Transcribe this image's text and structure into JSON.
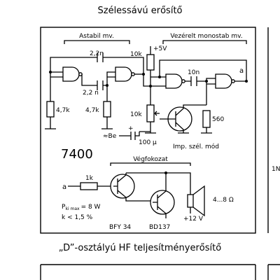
{
  "page": {
    "title": "Szélessávú erősítő",
    "caption": "„D”-osztályú HF teljesítményerősítő"
  },
  "diagram": {
    "labels": {
      "astabil": "Astabil mv.",
      "vezerelt": "Vezérelt monostab mv.",
      "c22n_top": "2,2n",
      "c22n_mid": "2,2 n",
      "c10n": "10n",
      "r10k_top": "10k",
      "plus5v": "+5V",
      "r47k_left": "4,7k",
      "r47k_mid": "4,7k",
      "r10k_pot": "10k",
      "r560": "560",
      "be": "≈Be",
      "c100u": "100 μ",
      "imp_szel": "Imp. szél. mód",
      "ic": "7400",
      "vegfokozat": "Végfokozat",
      "r1k": "1k",
      "in_a": "a",
      "out_a": "a",
      "pkimax": "P",
      "pkimax_sub": "ki max",
      "pkimax_val": "= 8 W",
      "kdist": "k < 1,5 %",
      "bfy": "BFY 34",
      "bd": "BD137",
      "speaker": "4...8 Ω",
      "plus12v": "+12 V",
      "cut_left": "1N"
    }
  }
}
